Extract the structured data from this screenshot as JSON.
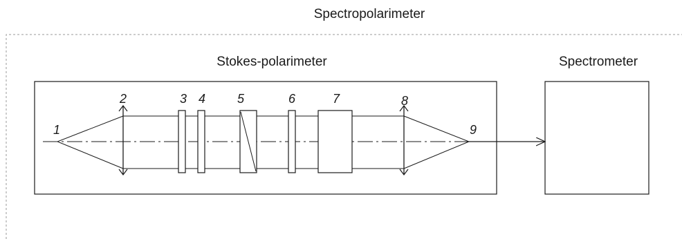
{
  "outer_title": "Spectropolarimeter",
  "stokes_label": "Stokes-polarimeter",
  "spectrometer_label": "Spectrometer",
  "elements": [
    "1",
    "2",
    "3",
    "4",
    "5",
    "6",
    "7",
    "8",
    "9"
  ],
  "colors": {
    "line": "#1a1a1a",
    "dashed_boundary": "#9a9a9a",
    "background": "#ffffff"
  }
}
